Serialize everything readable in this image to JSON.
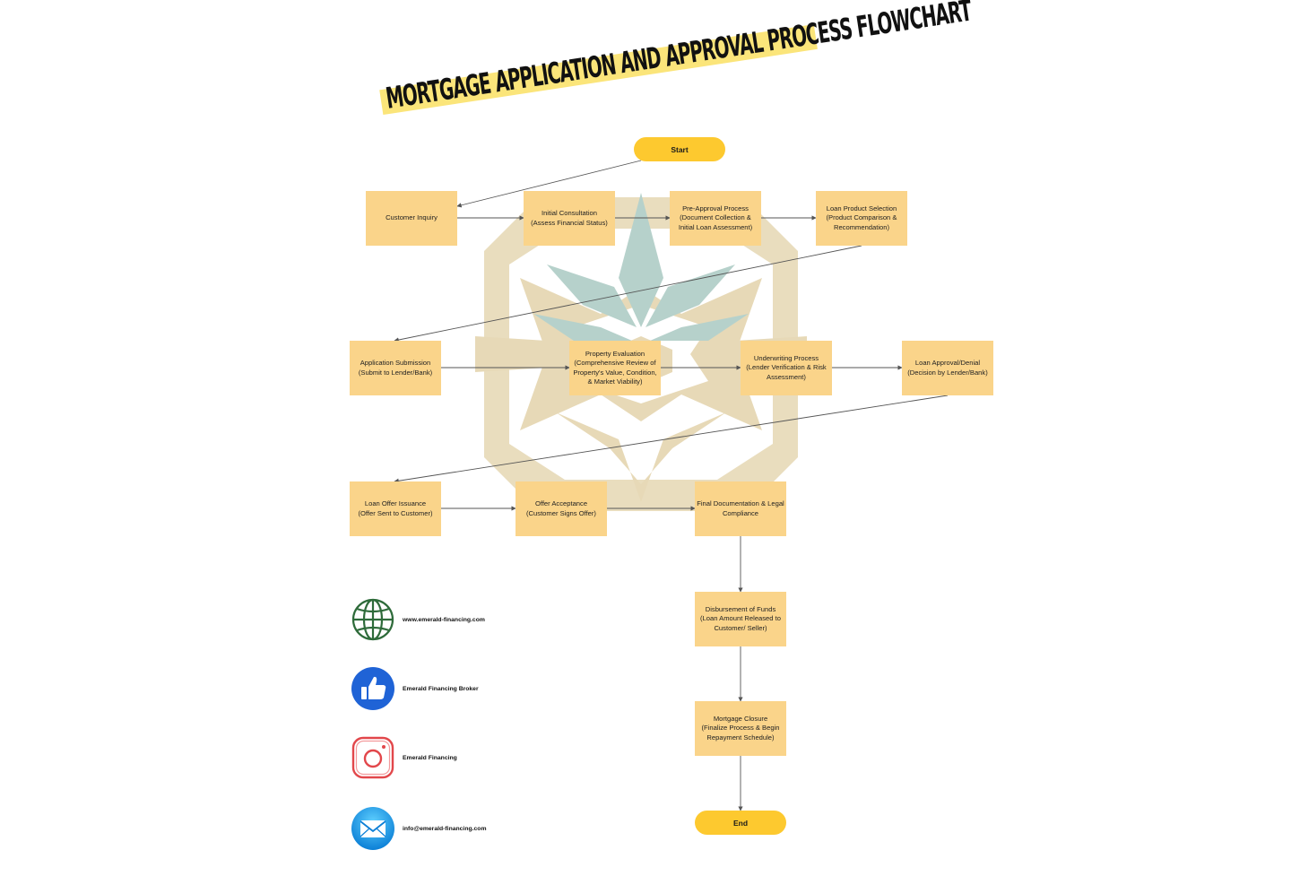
{
  "title": "MORTGAGE APPLICATION AND APPROVAL PROCESS FLOWCHART",
  "flowchart": {
    "start": "Start",
    "end": "End",
    "customer_inquiry": "Customer Inquiry",
    "initial_consultation": "Initial Consultation\n(Assess Financial Status)",
    "pre_approval": "Pre-Approval Process\n(Document Collection &\nInitial Loan Assessment)",
    "loan_product_selection": "Loan Product Selection\n(Product Comparison &\nRecommendation)",
    "application_submission": "Application Submission\n(Submit to Lender/Bank)",
    "property_evaluation": "Property Evaluation\n(Comprehensive Review of\nProperty's Value, Condition,\n& Market Viability)",
    "underwriting": "Underwriting Process\n(Lender Verification & Risk\nAssessment)",
    "loan_approval": "Loan Approval/Denial\n(Decision by Lender/Bank)",
    "loan_offer": "Loan Offer Issuance\n(Offer Sent to Customer)",
    "offer_acceptance": "Offer Acceptance\n(Customer Signs Offer)",
    "final_documentation": "Final Documentation & Legal\nCompliance",
    "disbursement": "Disbursement of Funds\n(Loan Amount Released to\nCustomer/ Seller)",
    "mortgage_closure": "Mortgage Closure\n(Finalize Process & Begin\nRepayment Schedule)"
  },
  "contacts": {
    "website": {
      "label": "www.emerald-financing.com",
      "icon": "globe-icon"
    },
    "facebook": {
      "label": "Emerald Financing Broker",
      "icon": "thumbs-up-icon"
    },
    "instagram": {
      "label": "Emerald Financing",
      "icon": "instagram-icon"
    },
    "email": {
      "label": "info@emerald-financing.com",
      "icon": "mail-icon"
    }
  },
  "colors": {
    "node_fill": "#fad48a",
    "terminal_fill": "#fdc92f",
    "title_highlight": "#fbe57a",
    "watermark_tan": "#e6d8b4",
    "watermark_teal": "#b3cfc9",
    "connector": "#555555"
  }
}
